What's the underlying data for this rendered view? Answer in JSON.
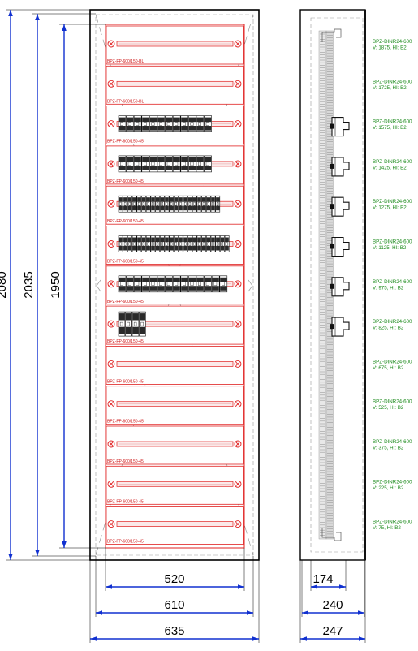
{
  "colors": {
    "frame": "#000000",
    "panel_red": "#e02020",
    "dimension_blue": "#1030d0",
    "label_green": "#1a8a1a",
    "label_red": "#cc1111",
    "module_dark": "#2a2a2a"
  },
  "dimensions": {
    "front_height_outer": "2080",
    "front_height_mid": "2035",
    "front_height_inner": "1950",
    "front_width_inner": "520",
    "front_width_mid": "610",
    "front_width_outer": "635",
    "side_depth_inner": "174",
    "side_depth_mid": "240",
    "side_depth_outer": "247"
  },
  "front_panels": [
    {
      "label": "BPZ-FP-600/150-BL",
      "modules": 0
    },
    {
      "label": "BPZ-FP-600/150-BL",
      "modules": 0
    },
    {
      "label": "BPZ-FP-600/150-45",
      "modules": 12
    },
    {
      "label": "BPZ-FP-600/150-45",
      "modules": 12
    },
    {
      "label": "BPZ-FP-600/150-45",
      "modules": 22
    },
    {
      "label": "BPZ-FP-600/150-45",
      "modules": 24
    },
    {
      "label": "BPZ-FP-600/150-45",
      "modules": 14
    },
    {
      "label": "BPZ-FP-600/150-45",
      "modules": 4
    },
    {
      "label": "BPZ-FP-600/150-45",
      "modules": 0
    },
    {
      "label": "BPZ-FP-600/150-45",
      "modules": 0
    },
    {
      "label": "BPZ-FP-600/150-45",
      "modules": 0
    },
    {
      "label": "BPZ-FP-600/150-45",
      "modules": 0
    },
    {
      "label": "BPZ-FP-600/150-45",
      "modules": 0
    }
  ],
  "rails": [
    {
      "name": "BPZ-DINR24-600",
      "position": "V: 1875, HI: B2",
      "has_device": false
    },
    {
      "name": "BPZ-DINR24-600",
      "position": "V: 1725, HI: B2",
      "has_device": false
    },
    {
      "name": "BPZ-DINR24-600",
      "position": "V: 1575, HI: B2",
      "has_device": true
    },
    {
      "name": "BPZ-DINR24-600",
      "position": "V: 1425, HI: B2",
      "has_device": true
    },
    {
      "name": "BPZ-DINR24-600",
      "position": "V: 1275, HI: B2",
      "has_device": true
    },
    {
      "name": "BPZ-DINR24-600",
      "position": "V: 1125, HI: B2",
      "has_device": true
    },
    {
      "name": "BPZ-DINR24-600",
      "position": "V: 975, HI: B2",
      "has_device": true
    },
    {
      "name": "BPZ-DINR24-600",
      "position": "V: 825, HI: B2",
      "has_device": true
    },
    {
      "name": "BPZ-DINR24-600",
      "position": "V: 675, HI: B2",
      "has_device": false
    },
    {
      "name": "BPZ-DINR24-600",
      "position": "V: 525, HI: B2",
      "has_device": false
    },
    {
      "name": "BPZ-DINR24-600",
      "position": "V: 375, HI: B2",
      "has_device": false
    },
    {
      "name": "BPZ-DINR24-600",
      "position": "V: 225, HI: B2",
      "has_device": false
    },
    {
      "name": "BPZ-DINR24-600",
      "position": "V: 75, HI: B2",
      "has_device": false
    }
  ]
}
